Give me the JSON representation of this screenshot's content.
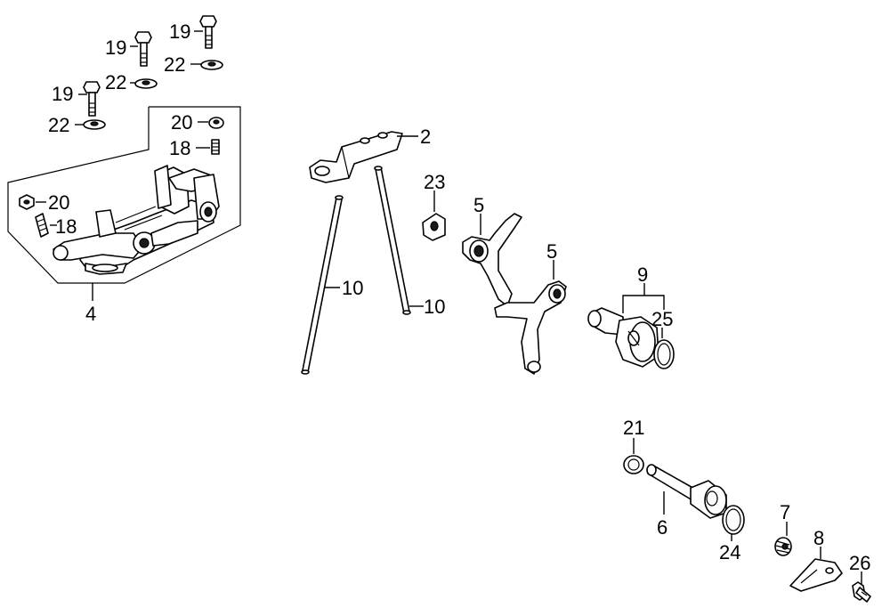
{
  "callouts": {
    "c19a": "19",
    "c19b": "19",
    "c19c": "19",
    "c22a": "22",
    "c22b": "22",
    "c22c": "22",
    "c20a": "20",
    "c18a": "18",
    "c20b": "20",
    "c18b": "18",
    "c4": "4",
    "c2": "2",
    "c23": "23",
    "c5a": "5",
    "c5b": "5",
    "c10a": "10",
    "c10b": "10",
    "c9": "9",
    "c25": "25",
    "c21": "21",
    "c6": "6",
    "c24": "24",
    "c7": "7",
    "c8": "8",
    "c26": "26"
  }
}
